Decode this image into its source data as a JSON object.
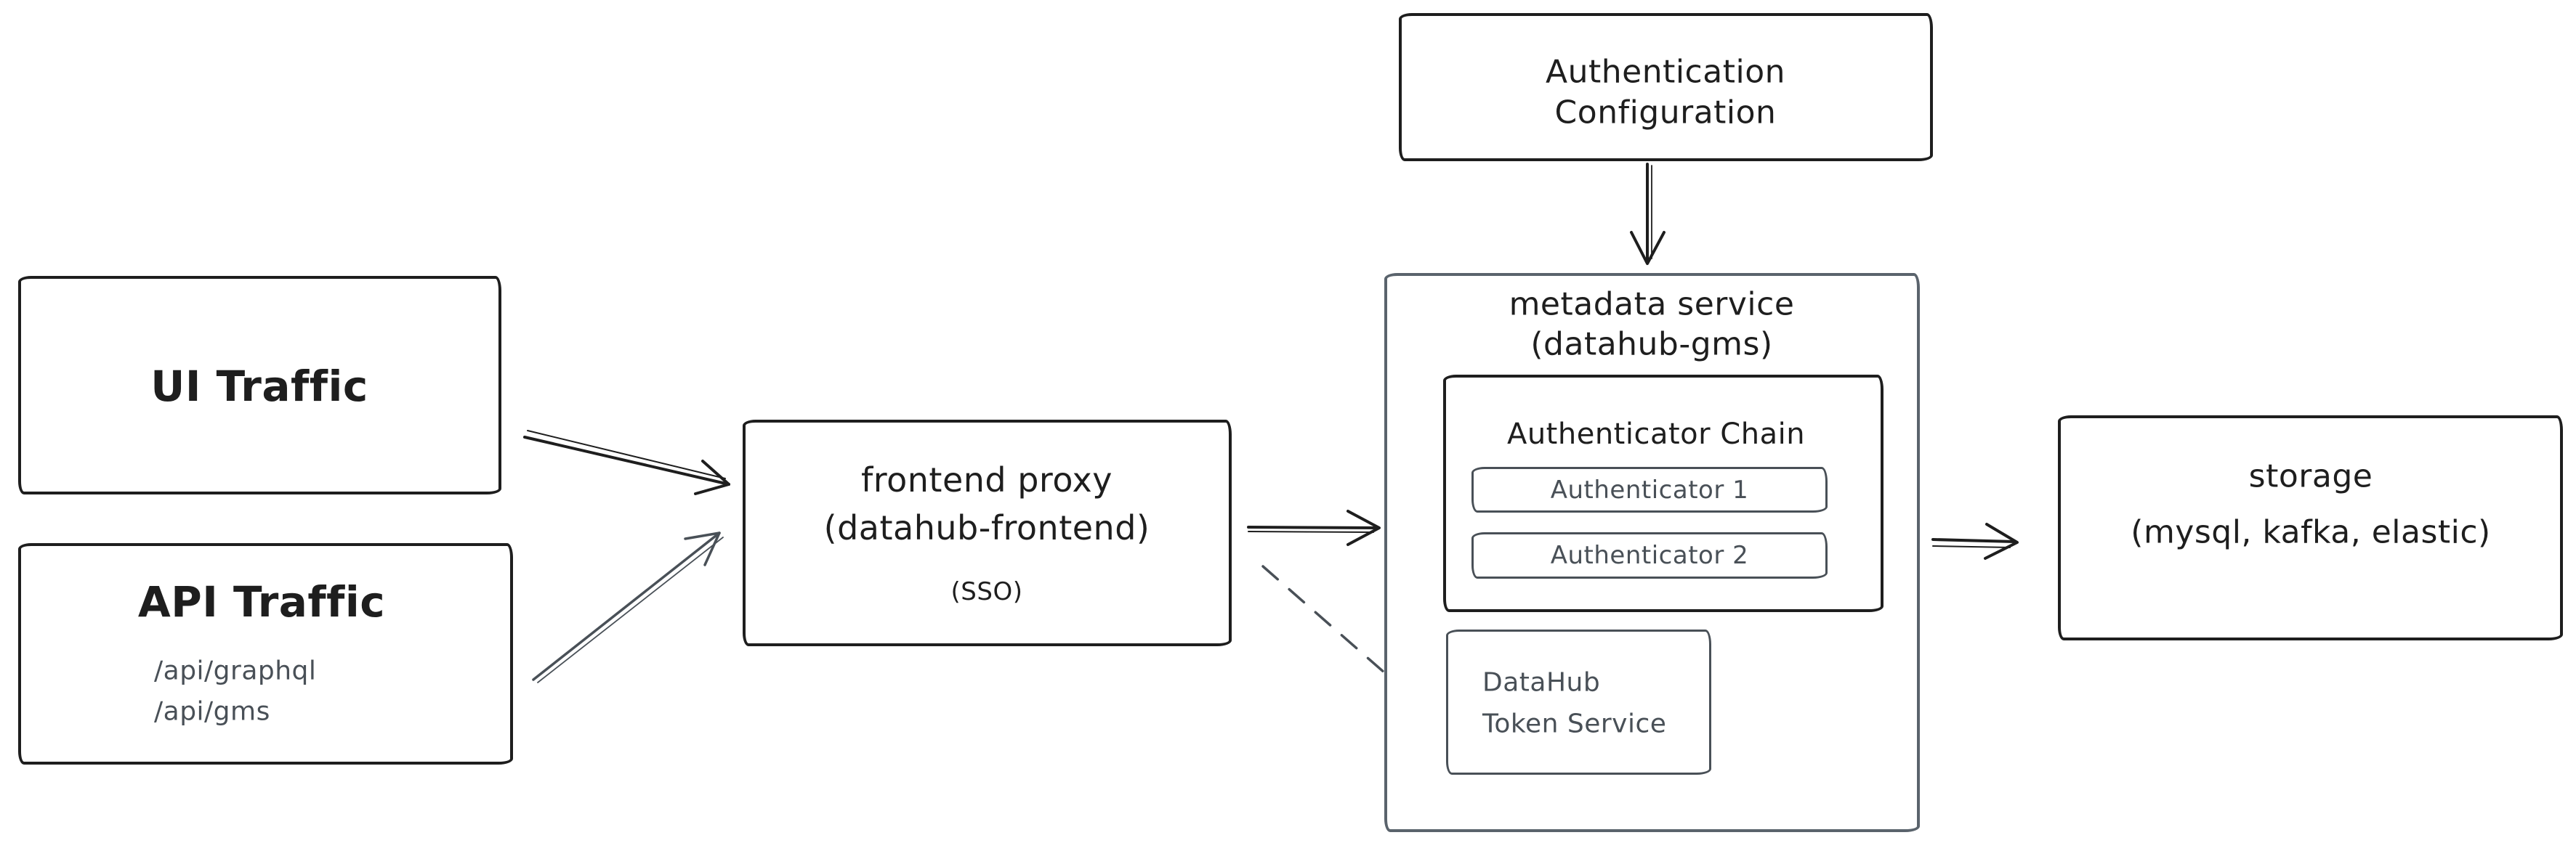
{
  "canvas": {
    "background": "#ffffff"
  },
  "colors": {
    "ink": "#1e1e1e",
    "gray": "#495057",
    "container_border": "#5a636c"
  },
  "nodes": {
    "ui_traffic": {
      "label": "UI Traffic"
    },
    "api_traffic": {
      "label": "API Traffic",
      "endpoint_1": "/api/graphql",
      "endpoint_2": "/api/gms"
    },
    "frontend_proxy": {
      "title_line_1": "frontend proxy",
      "title_line_2": "(datahub-frontend)",
      "subtitle": "(SSO)"
    },
    "auth_config": {
      "line_1": "Authentication",
      "line_2": "Configuration"
    },
    "metadata_service": {
      "title_line_1": "metadata service",
      "title_line_2": "(datahub-gms)"
    },
    "authenticator_chain": {
      "label": "Authenticator Chain"
    },
    "authenticator_1": {
      "label": "Authenticator 1"
    },
    "authenticator_2": {
      "label": "Authenticator 2"
    },
    "token_service": {
      "line_1": "DataHub",
      "line_2": "Token Service"
    },
    "storage": {
      "title_line_1": "storage",
      "title_line_2": "(mysql, kafka, elastic)"
    }
  },
  "edges": [
    {
      "from": "ui_traffic",
      "to": "frontend_proxy",
      "style": "solid",
      "color": "ink"
    },
    {
      "from": "api_traffic",
      "to": "frontend_proxy",
      "style": "solid",
      "color": "gray"
    },
    {
      "from": "frontend_proxy",
      "to": "metadata_service",
      "style": "solid",
      "color": "ink"
    },
    {
      "from": "frontend_proxy",
      "to": "token_service",
      "style": "dashed",
      "color": "gray"
    },
    {
      "from": "auth_config",
      "to": "metadata_service",
      "style": "solid",
      "color": "ink"
    },
    {
      "from": "token_service",
      "to": "authenticator_chain",
      "style": "solid",
      "color": "gray"
    },
    {
      "from": "metadata_service",
      "to": "storage",
      "style": "solid",
      "color": "ink"
    }
  ]
}
